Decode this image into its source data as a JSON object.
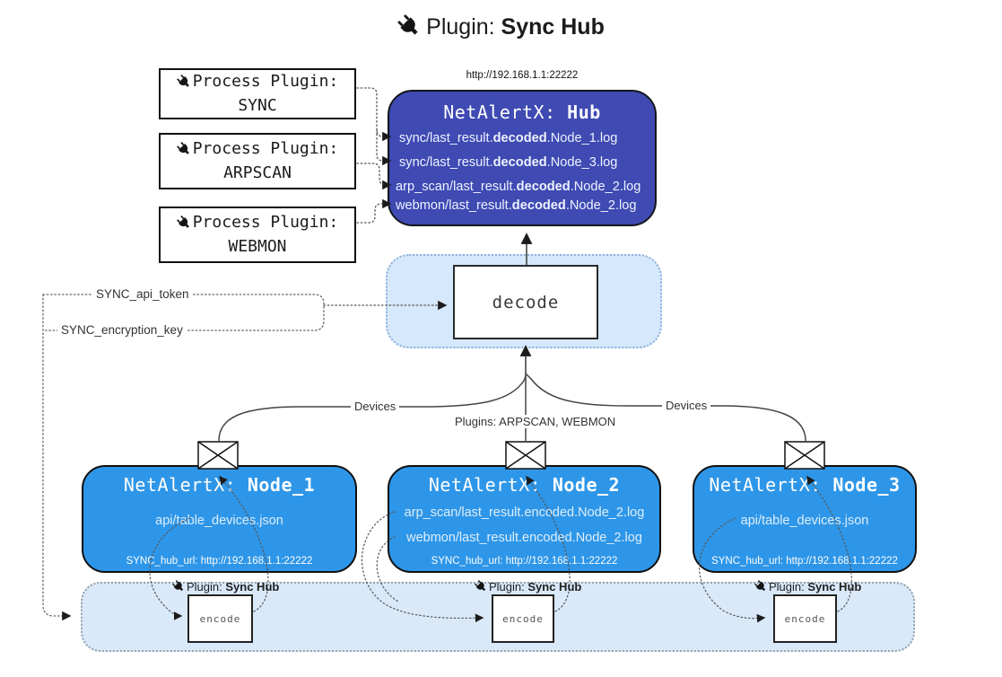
{
  "title": {
    "regular": "Plugin: ",
    "bold": "Sync Hub"
  },
  "icons": {
    "plug": "plug-icon",
    "envelope": "envelope-icon"
  },
  "hub": {
    "url_label": "http://192.168.1.1:22222",
    "title_regular": "NetAlertX: ",
    "title_bold": "Hub",
    "lines": [
      {
        "prefix": "sync/last_result.",
        "bold": "decoded",
        "suffix": ".Node_1.log"
      },
      {
        "prefix": "sync/last_result.",
        "bold": "decoded",
        "suffix": ".Node_3.log"
      },
      {
        "prefix": "arp_scan/last_result.",
        "bold": "decoded",
        "suffix": ".Node_2.log"
      },
      {
        "prefix": "webmon/last_result.",
        "bold": "decoded",
        "suffix": ".Node_2.log"
      }
    ]
  },
  "process_plugins": [
    {
      "label": "Process Plugin:",
      "name": "SYNC"
    },
    {
      "label": "Process Plugin:",
      "name": "ARPSCAN"
    },
    {
      "label": "Process Plugin:",
      "name": "WEBMON"
    }
  ],
  "decode": {
    "label": "decode"
  },
  "config": {
    "api_token": "SYNC_api_token",
    "encryption_key": "SYNC_encryption_key"
  },
  "edges": {
    "devices_left": "Devices",
    "devices_right": "Devices",
    "plugins_mid": "Plugins: ARPSCAN, WEBMON"
  },
  "nodes": [
    {
      "title_regular": "NetAlertX: ",
      "title_bold": "Node_1",
      "files": [
        "api/table_devices.json"
      ],
      "hub_url": "SYNC_hub_url: http://192.168.1.1:22222"
    },
    {
      "title_regular": "NetAlertX: ",
      "title_bold": "Node_2",
      "files": [
        "arp_scan/last_result.encoded.Node_2.log",
        "webmon/last_result.encoded.Node_2.log"
      ],
      "hub_url": "SYNC_hub_url: http://192.168.1.1:22222"
    },
    {
      "title_regular": "NetAlertX: ",
      "title_bold": "Node_3",
      "files": [
        "api/table_devices.json"
      ],
      "hub_url": "SYNC_hub_url: http://192.168.1.1:22222"
    }
  ],
  "band": {
    "labels": [
      {
        "regular": "Plugin: ",
        "bold": "Sync Hub"
      },
      {
        "regular": "Plugin: ",
        "bold": "Sync Hub"
      },
      {
        "regular": "Plugin: ",
        "bold": "Sync Hub"
      }
    ],
    "encode_label": "encode"
  },
  "colors": {
    "hub_bg": "#3f4ab3",
    "node_bg": "#2e96e8",
    "decode_area_bg": "#d6e8fb",
    "band_bg": "#d9e9fa"
  }
}
